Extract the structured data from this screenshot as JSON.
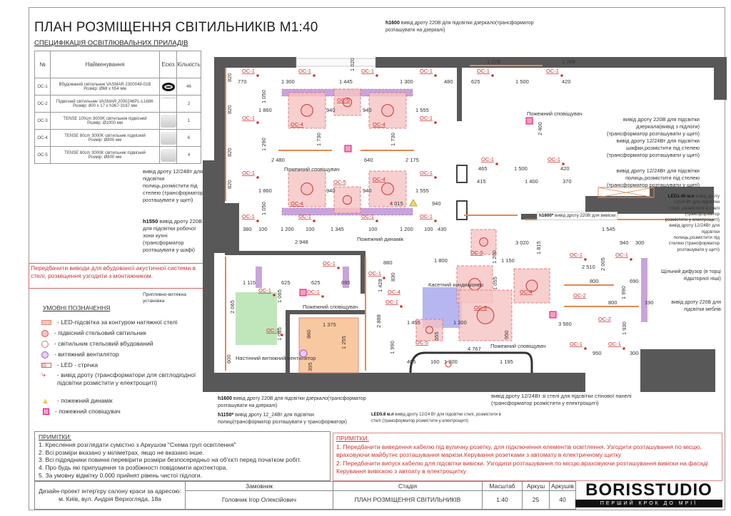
{
  "title": "ПЛАН РОЗМІЩЕННЯ СВІТИЛЬНИКІВ М1:40",
  "spec": {
    "title": "СПЕЦИФІКАЦІЯ ОСВІТЛЮВАЛЬНИХ ПРИЛАДІВ",
    "headers": [
      "№",
      "Найменування",
      "Ескіз",
      "Кількість"
    ],
    "rows": [
      {
        "id": "ОС-1",
        "name": "Вбудований світильник VASMAR 2300049-01B",
        "size": "Розмір: Ø68 х h54 мм",
        "qty": "46"
      },
      {
        "id": "ОС-2",
        "name": "Підвісний світильник VASMAR 2000246PL-L168K",
        "size": "Розмір: 800 х 17 х h367-3167 мм",
        "qty": "2"
      },
      {
        "id": "ОС-3",
        "name": "TENSE 100cm 3000K світильник підвісний",
        "size": "Розмір: Ø1000 мм",
        "qty": "1"
      },
      {
        "id": "ОС-4",
        "name": "TENSE 80cm 3000K світильник підвісний",
        "size": "Розмір: Ø800 мм",
        "qty": "6"
      },
      {
        "id": "ОС-5",
        "name": "TENSE 60cm 3000K світильник підвісний",
        "size": "Розмір: Ø600 мм",
        "qty": "4"
      }
    ]
  },
  "left_notes": {
    "shelves": "вивід дроту 12/24Вт для підсвітки полиць,розмістити під стелею (трансформатор розташувати у щиті)",
    "kitchen_h": "h1550",
    "kitchen": " вивід дроту 220В для підсвітки робочої зони кухні (трансформатор розташувати у шафі)",
    "acoustic": "Передбачити виводи для вбудованої акустичної системи в стелі, розміщення узгодити з монтажником.",
    "ventilation": "Припливно-витяжна установка"
  },
  "legend": {
    "title": "УМОВНІ ПОЗНАЧЕННЯ",
    "items": [
      "- LED-підсвітка за контуром натяжної стелі",
      "- підвісний стельовий світильник",
      "- світильник стельовий вбудований",
      "- витяжний вентилятор",
      "- LED - стрічка",
      "- вивід дроту (трансформатори для світлодіодної підсвітки розмістити у електрощиті)",
      "- пожежний динамік",
      "- пожежний сповіщувач"
    ]
  },
  "plan": {
    "top_note_h": "h1600",
    "top_note": " вивід дроту 220В для підсвітки дзеркало(трансформатор розташувати на дзеркалі)",
    "right_note_1": "вивід дроту 220В для підсвітки дзеркала(вивід з підлоги) (трансформатор розташувати у щиті) вивід дроту 12/24Вт для підсвітки шафки,розмістити під стелею (трансформатор розташувати у щиті)",
    "right_note_2": "вивід дроту 12/24Вт для підсвітки полиць,розмістити під стелею (трансформатор розташувати у щиті)",
    "right_note_led_b": "LED1.45 м.п",
    "right_note_led": " вивід дроту 12/24 Вт для підсвітки стелі, розмістити в стелі (трансформатор розмістити у електрощиті) вивід дроту 12/24Вт для підсвітки полиць,розмістити під стелею (трансформатор розташувати у щиті)",
    "diffuser": "Щільний дифузор (в торці підшторної ніші)",
    "furniture": "вивід дроту 220В для підсвітки меблів",
    "sign_h": "h1600*",
    "sign": " вивід дроту 220В для вивіски",
    "bottom_1_h": "h1600",
    "bottom_1": " вивід дроту 220В для підсвітки дзеркало(трансформатор розташувати на дзеркалі)",
    "bottom_2_h": "h1150*",
    "bottom_2": " вивід дроту 12_24Вт для підсвітки полиці(трансформатор розташувати у трансформаторі)",
    "bottom_3_h": "LED5.8 м.п",
    "bottom_3": " вивід дроту 12/24 Вт для підсвітки стелі, розмістити в стелі (трансформатор розмістити у електрощиті)",
    "bottom_4": "вивід дроту 12/24Вт зі стелі для підсвітки стінової панелі (трансформатор розмістити у електрощиті)",
    "room_labels": [
      "Пожежний сповіщувач",
      "Пожежний динамік",
      "Пожежний сповіщувач",
      "Касетний кондиціонер",
      "Пожежний сповіщувач",
      "Пожежний сповіщувач",
      "Настінний витяжний вентилятор"
    ],
    "dimensions": [
      "770",
      "1 300",
      "1 445",
      "1 300",
      "480",
      "625",
      "1 500",
      "420",
      "1 278",
      "1 268",
      "1 860",
      "940",
      "940",
      "1 555",
      "2 480",
      "640",
      "2 175",
      "1 860",
      "940",
      "940",
      "1 555",
      "4 015",
      "940",
      "380",
      "100",
      "1 200",
      "100",
      "1 345",
      "100",
      "1 200",
      "100",
      "430",
      "2 948",
      "465",
      "1 500",
      "420",
      "415",
      "1 400",
      "370",
      "1 545",
      "940",
      "300",
      "3 020",
      "1 800",
      "1 150",
      "2 510",
      "800",
      "690",
      "800",
      "190",
      "1 455",
      "1 300",
      "3 560",
      "4 767",
      "950",
      "300",
      "405",
      "160",
      "1 200",
      "1 195",
      "1 115",
      "625",
      "625",
      "695",
      "880",
      "1 375",
      "820",
      "820",
      "820",
      "820",
      "1 050",
      "1 290",
      "1 050",
      "1 020",
      "1 730",
      "1 730",
      "2 888",
      "1 428",
      "1 990",
      "1 055",
      "950",
      "2 005",
      "1 990",
      "1 930",
      "2 065",
      "1 065",
      "1 085",
      "860",
      "1 255",
      "395",
      "600",
      "830",
      "555",
      "1 200",
      "1 815",
      "2 400"
    ],
    "fixture_tags": [
      "ОС-1",
      "ОС-1",
      "ОС-1",
      "ОС-1",
      "ОС-1",
      "ОС-1",
      "ОС-1",
      "ОС-1",
      "ОС-1",
      "ОС-1",
      "ОС-1",
      "ОС-1",
      "ОС-1",
      "ОС-1",
      "ОС-1",
      "ОС-1",
      "ОС-1",
      "ОС-1",
      "ОС-1",
      "ОС-1",
      "ОС-1",
      "ОС-1",
      "ОС-1",
      "ОС-1",
      "ОС-1",
      "ОС-1",
      "ОС-4",
      "ОС-4",
      "ОС-4",
      "ОС-4",
      "ОС-4",
      "ОС-4",
      "ОС-5",
      "ОС-5",
      "ОС-5",
      "ОС-5",
      "ОС-3",
      "ОС-2",
      "ОС-2"
    ]
  },
  "notes_left": {
    "title": "ПРИМІТКИ:",
    "items": [
      "1. Креслення розглядати сумістно з Аркушом \"Схема груп освітлення\"",
      "2. Всі розміри вказано у міліметрах, якщо не вказано інше.",
      "3. Всі підрядники повинні перевірити розміри безпосередньо на об'єкті перед початком робіт.",
      "4. Про будь які припущення та розбіжності повідомити архітектора.",
      "5. За умовну відмітку 0.000 прийнят рівень чистої підлоги."
    ]
  },
  "notes_right": {
    "title": "ПРИМІТКИ:",
    "items": [
      "1. Передбачити виведення кабелю під вуличну розетку, для підключення елементів освітлення. Узгодити розташування по місцю, враховуючи майбутнє розташування маркізи.Керування розетками з автомату в електричному щитку",
      "2. Передбачити випуск кабелю для підсвітки вивіски. Узгодити розташування по місцю,враховуючи розташування вивіски на фасаді Керування вивіскою з автоату в електрощитку"
    ]
  },
  "title_block": {
    "project": "Дизайн-проект інтер'єру салону краси за адресою: м. Київ, вул. Андрія Верхогляда, 18а",
    "client_label": "Замовник",
    "client": "Головчик Ігор Олексійович",
    "stage_label": "Стадія",
    "stage": "ПЛАН РОЗМІЩЕННЯ СВІТИЛЬНИКІВ",
    "scale_label": "Масштаб",
    "scale": "1:40",
    "sheet_label": "Аркуш",
    "sheet": "25",
    "sheets_label": "Аркушів",
    "sheets": "40",
    "logo": "BORISSTUDIO",
    "logo_tagline": "ПЕРШИЙ КРОК ДО МРІЇ"
  },
  "colors": {
    "accent_red": "#cc3333",
    "pendant_fill": "#f6c3c3",
    "led_strip": "#c9a3dc",
    "wall": "#585858",
    "wet_zone": "#b9e3b5",
    "cabin": "#f8c9a0",
    "conditioner": "#a9a9ef"
  }
}
